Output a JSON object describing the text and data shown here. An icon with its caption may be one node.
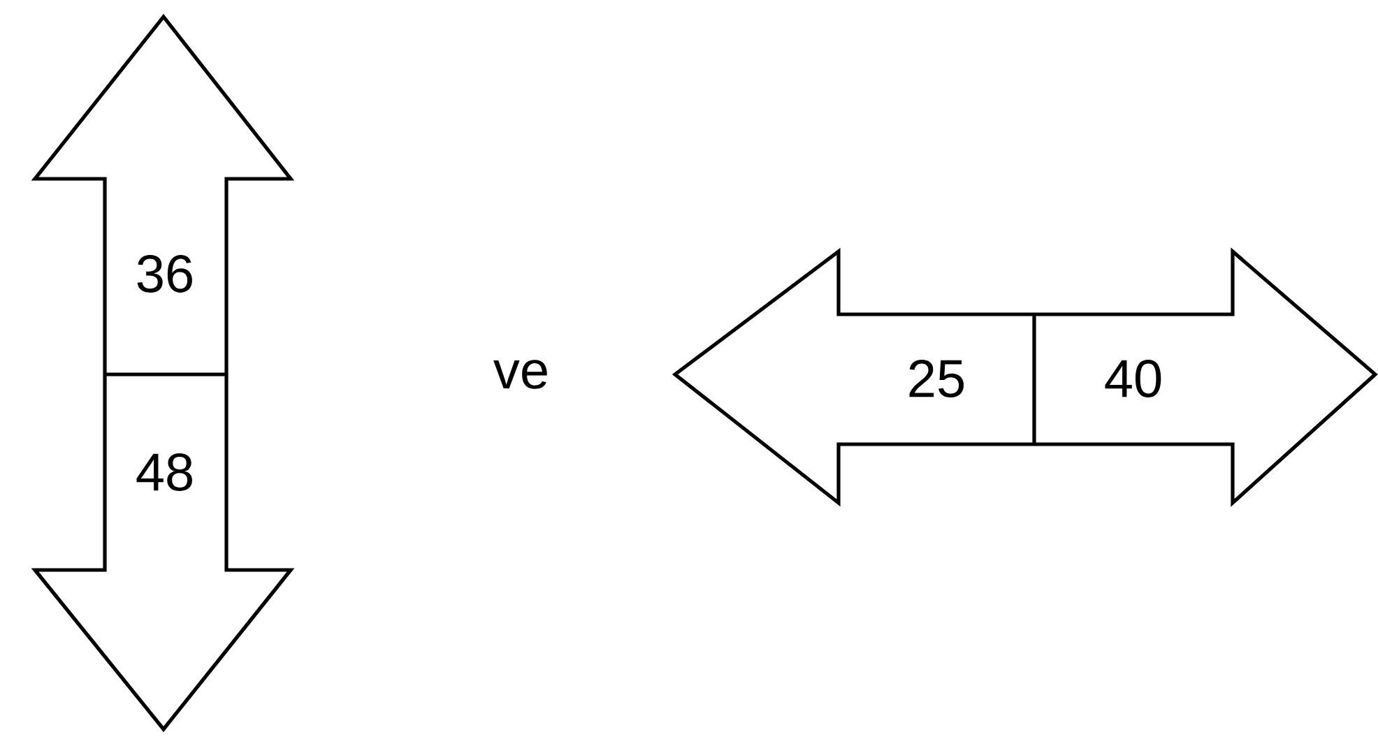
{
  "diagram": {
    "nodes": [
      {
        "text": [
          "36"
        ]
      },
      {
        "text": [
          "48"
        ]
      },
      {
        "text": [
          "25"
        ]
      },
      {
        "text": [
          "40"
        ]
      }
    ],
    "labels": [
      "ve"
    ]
  }
}
